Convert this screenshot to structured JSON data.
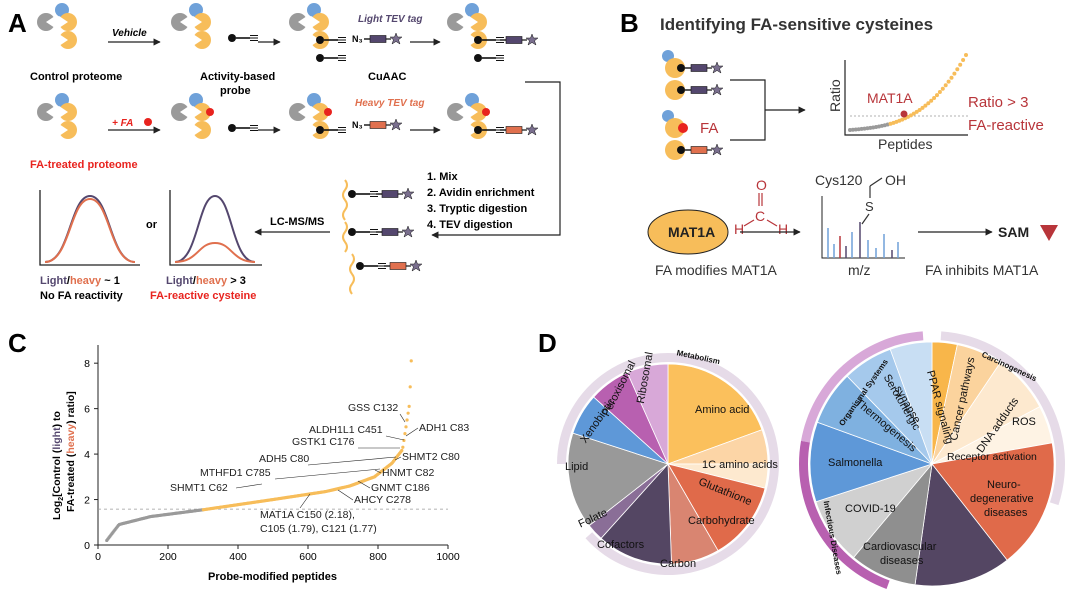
{
  "panels": {
    "A": {
      "letter": "A",
      "vehicle": "Vehicle",
      "control_proteome": "Control proteome",
      "activity_probe_1": "Activity-based",
      "activity_probe_2": "probe",
      "light_tag": "Light TEV tag",
      "cuaac": "CuAAC",
      "plus_fa": "+ FA",
      "heavy_tag": "Heavy TEV tag",
      "fa_proteome": "FA-treated proteome",
      "azide": "N₃",
      "steps": [
        "1. Mix",
        "2. Avidin enrichment",
        "3. Tryptic digestion",
        "4. TEV digestion"
      ],
      "lcms": "LC-MS/MS",
      "or": "or",
      "ratio1_light": "Light",
      "ratio1_slash": "/",
      "ratio1_heavy": "heavy",
      "ratio1_val": " ~ 1",
      "ratio1_caption": "No FA reactivity",
      "ratio2_light": "Light",
      "ratio2_slash": "/",
      "ratio2_heavy": "heavy",
      "ratio2_val": " > 3",
      "ratio2_caption": "FA-reactive cysteine"
    },
    "B": {
      "letter": "B",
      "title": "Identifying FA-sensitive cysteines",
      "fa": "FA",
      "ratio_axis": "Ratio",
      "peptides_axis": "Peptides",
      "mat1a_point": "MAT1A",
      "ratio_gt3": "Ratio > 3",
      "fa_reactive": "FA-reactive",
      "cys120": "Cys120",
      "mz": "m/z",
      "mat1a": "MAT1A",
      "fa_modifies": "FA modifies MAT1A",
      "sam": "SAM",
      "fa_inhibits": "FA inhibits MAT1A",
      "h": "H",
      "c": "C",
      "o": "O",
      "s": "S",
      "oh": "OH"
    },
    "C": {
      "letter": "C",
      "ylabel_1": "Log",
      "ylabel_2": "[Control (",
      "ylabel_light": "light",
      "ylabel_3": ") to",
      "ylabel_4": "FA-treated (",
      "ylabel_heavy": "heavy",
      "ylabel_5": ") ratio]",
      "xlabel": "Probe-modified peptides",
      "annotations": [
        "GSS C132",
        "ALDH1L1 C451",
        "ADH1 C83",
        "GSTK1 C176",
        "ADH5 C80",
        "SHMT2 C80",
        "MTHFD1 C785",
        "HNMT C82",
        "GNMT C186",
        "SHMT1 C62",
        "AHCY C278",
        "MAT1A C150 (2.18),",
        "C105 (1.79), C121 (1.77)"
      ]
    },
    "D": {
      "letter": "D",
      "left_ring": "Metabolism",
      "right_ring_1": "Organismal Systems",
      "right_ring_2": "Carcinogenesis",
      "right_ring_3": "Infectious Diseases",
      "left_slices": [
        "Amino acid",
        "1C amino acids",
        "Glutathione",
        "Carbohydrate",
        "Carbon",
        "Cofactors",
        "Folate",
        "Lipid",
        "Xenobiotic",
        "Peroxisomal",
        "Ribosomal"
      ],
      "right_slices": [
        "Cancer pathways",
        "DNA adducts",
        "ROS",
        "Receptor activation",
        "Neuro-",
        "degenerative",
        "diseases",
        "Cardiovascular",
        "diseases",
        "COVID-19",
        "Salmonella",
        "Thermogenesis",
        "Serotonergic",
        "synapse",
        "PPAR signaling"
      ]
    }
  },
  "colors": {
    "light": "#54476e",
    "heavy": "#e0704e",
    "fa_red": "#e8231e",
    "accent_red": "#b8353a",
    "yellow": "#f7bd5a",
    "blue": "#6fa1d9",
    "gray": "#9a9a9a"
  },
  "chart_data": {
    "type": "scatter",
    "title": "",
    "xlabel": "Probe-modified peptides",
    "ylabel": "Log2 [Control (light) to FA-treated (heavy) ratio]",
    "xlim": [
      0,
      1000
    ],
    "ylim": [
      0,
      8.8
    ],
    "x_ticks": [
      0,
      200,
      400,
      600,
      800,
      1000
    ],
    "y_ticks": [
      0,
      2,
      4,
      6,
      8
    ],
    "threshold_y": 1.58,
    "curve_points": [
      [
        25,
        0.2
      ],
      [
        60,
        0.9
      ],
      [
        150,
        1.25
      ],
      [
        300,
        1.55
      ],
      [
        500,
        2.0
      ],
      [
        650,
        2.35
      ],
      [
        720,
        2.6
      ],
      [
        790,
        3.0
      ],
      [
        840,
        3.6
      ],
      [
        870,
        4.2
      ],
      [
        880,
        5.2
      ],
      [
        890,
        6.2
      ],
      [
        895,
        8.1
      ]
    ],
    "series": [
      {
        "name": "ratio < 3 (gray)",
        "x_range": [
          25,
          300
        ]
      },
      {
        "name": "ratio > 3 (yellow)",
        "x_range": [
          300,
          895
        ]
      }
    ],
    "grid": false
  }
}
